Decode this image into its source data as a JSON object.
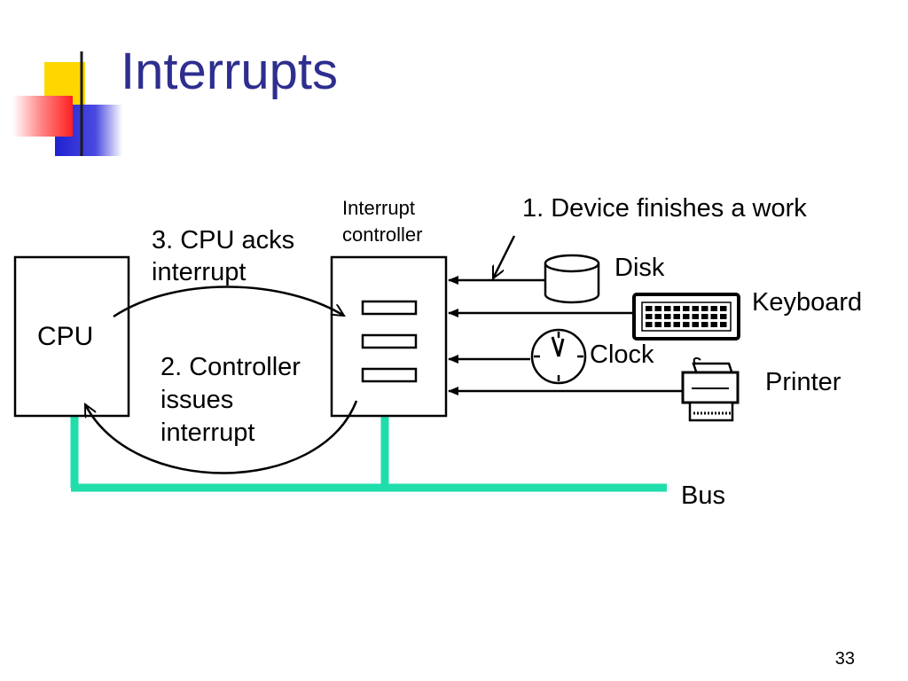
{
  "slide": {
    "title": "Interrupts",
    "page_number": "33"
  },
  "diagram": {
    "cpu_label": "CPU",
    "controller_label_line1": "Interrupt",
    "controller_label_line2": "controller",
    "step1": "1. Device finishes a work",
    "step2_line1": "2. Controller",
    "step2_line2": "issues",
    "step2_line3": "interrupt",
    "step3_line1": "3. CPU acks",
    "step3_line2": "interrupt",
    "devices": {
      "disk": "Disk",
      "keyboard": "Keyboard",
      "clock": "Clock",
      "printer": "Printer"
    },
    "bus_label": "Bus"
  },
  "colors": {
    "title": "#2e2e8f",
    "bus": "#1fdeab",
    "logo_yellow": "#ffd700",
    "logo_red": "#ff3b3b",
    "logo_blue": "#2b2bd6"
  },
  "icons": [
    "disk-icon",
    "keyboard-icon",
    "clock-icon",
    "printer-icon"
  ]
}
